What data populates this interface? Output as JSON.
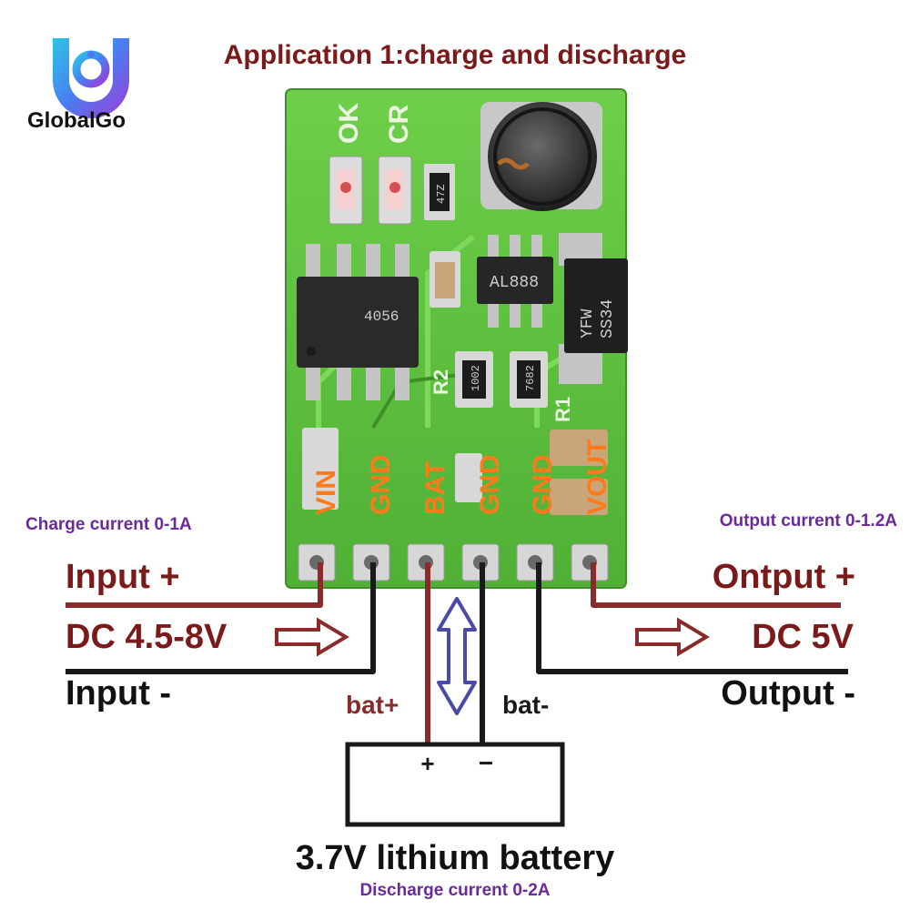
{
  "title": "Application 1:charge and discharge",
  "brand": {
    "name": "GlobalGo"
  },
  "board": {
    "leds": [
      "OK",
      "CR"
    ],
    "pins": [
      "VIN",
      "GND",
      "BAT",
      "GND",
      "GND",
      "VOUT"
    ],
    "chips": {
      "charger": "4056",
      "boost": "AL888",
      "diode_top": "YFW",
      "diode_bottom": "SS34"
    },
    "resistors": [
      "1002",
      "7682",
      "47Z"
    ],
    "silkscreen": [
      "R2",
      "R1"
    ]
  },
  "left": {
    "charge_current": "Charge current 0-1A",
    "input_plus": "Input +",
    "input_voltage": "DC 4.5-8V",
    "input_minus": "Input -"
  },
  "right": {
    "output_current": "Output current 0-1.2A",
    "output_plus": "Ontput +",
    "output_voltage": "DC 5V",
    "output_minus": "Output -"
  },
  "battery": {
    "plus_label": "bat+",
    "minus_label": "bat-",
    "plus_sign": "+",
    "minus_sign": "−",
    "name": "3.7V lithium battery",
    "discharge_current": "Discharge current 0-2A"
  },
  "colors": {
    "red_wire": "#8b2a2a",
    "black_wire": "#1a1a1a",
    "arrow_blue": "#4a4aa8",
    "pcb_green": "#5cbf3c",
    "pin_orange": "#ff7a1a",
    "title_red": "#7a1a1a",
    "note_purple": "#6a2a9a"
  }
}
